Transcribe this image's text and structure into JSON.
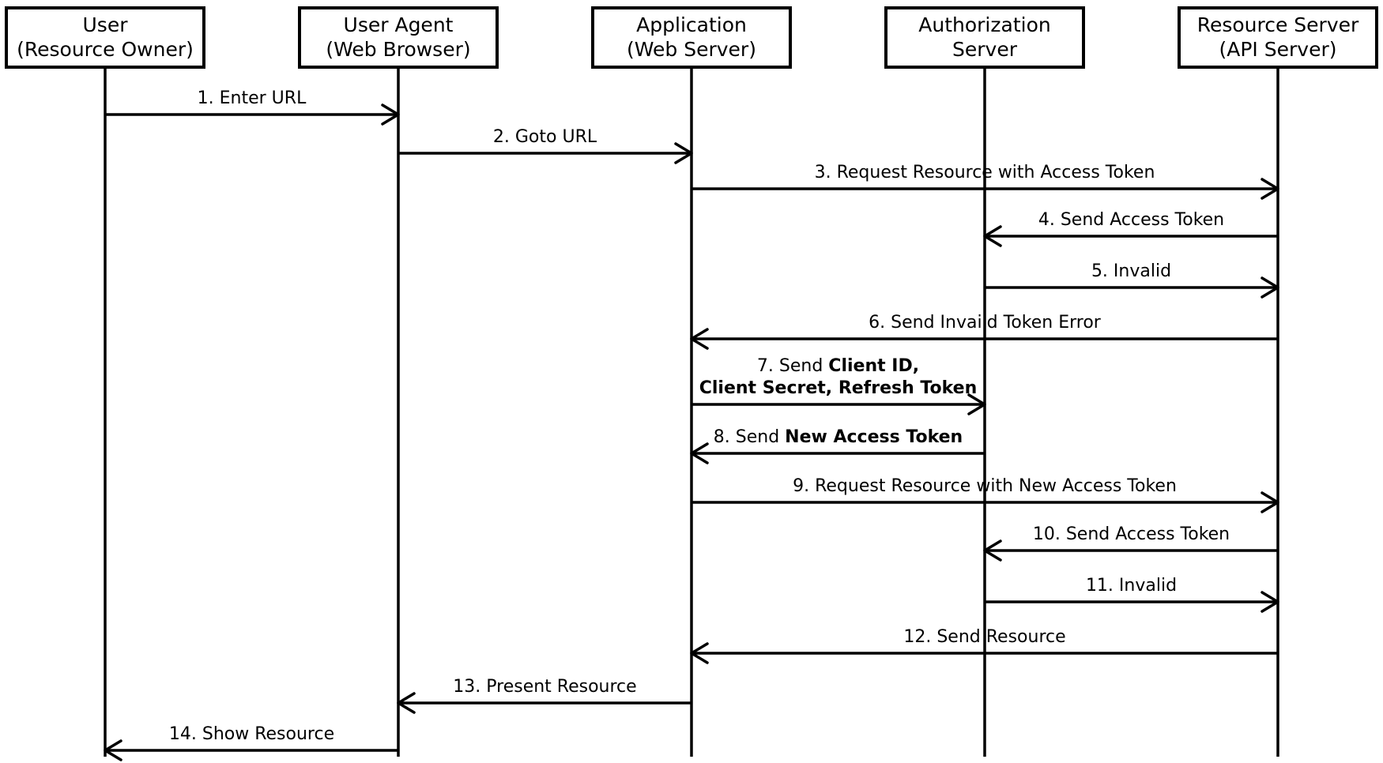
{
  "participants": [
    {
      "id": "user",
      "lines": [
        "User",
        "(Resource Owner)"
      ]
    },
    {
      "id": "user_agent",
      "lines": [
        "User Agent",
        "(Web Browser)"
      ]
    },
    {
      "id": "application",
      "lines": [
        "Application",
        "(Web Server)"
      ]
    },
    {
      "id": "auth_server",
      "lines": [
        "Authorization",
        "Server"
      ]
    },
    {
      "id": "resource_server",
      "lines": [
        "Resource Server",
        "(API Server)"
      ]
    }
  ],
  "messages": [
    {
      "from": "user",
      "to": "user_agent",
      "label_lines": [
        [
          {
            "text": "1. Enter URL"
          }
        ]
      ]
    },
    {
      "from": "user_agent",
      "to": "application",
      "label_lines": [
        [
          {
            "text": "2. Goto URL"
          }
        ]
      ]
    },
    {
      "from": "application",
      "to": "resource_server",
      "label_lines": [
        [
          {
            "text": "3. Request Resource with Access Token"
          }
        ]
      ]
    },
    {
      "from": "resource_server",
      "to": "auth_server",
      "label_lines": [
        [
          {
            "text": "4. Send Access Token"
          }
        ]
      ]
    },
    {
      "from": "auth_server",
      "to": "resource_server",
      "label_lines": [
        [
          {
            "text": "5. Invalid"
          }
        ]
      ]
    },
    {
      "from": "resource_server",
      "to": "application",
      "label_lines": [
        [
          {
            "text": "6. Send Invaild Token Error"
          }
        ]
      ]
    },
    {
      "from": "application",
      "to": "auth_server",
      "label_lines": [
        [
          {
            "text": "7. Send "
          },
          {
            "text": "Client ID,",
            "bold": true
          }
        ],
        [
          {
            "text": "Client Secret, Refresh Token",
            "bold": true
          }
        ]
      ]
    },
    {
      "from": "auth_server",
      "to": "application",
      "label_lines": [
        [
          {
            "text": "8. Send "
          },
          {
            "text": "New Access Token",
            "bold": true
          }
        ]
      ]
    },
    {
      "from": "application",
      "to": "resource_server",
      "label_lines": [
        [
          {
            "text": "9. Request Resource with New Access Token"
          }
        ]
      ]
    },
    {
      "from": "resource_server",
      "to": "auth_server",
      "label_lines": [
        [
          {
            "text": "10. Send Access Token"
          }
        ]
      ]
    },
    {
      "from": "auth_server",
      "to": "resource_server",
      "label_lines": [
        [
          {
            "text": "11. Invalid"
          }
        ]
      ]
    },
    {
      "from": "resource_server",
      "to": "application",
      "label_lines": [
        [
          {
            "text": "12. Send Resource"
          }
        ]
      ]
    },
    {
      "from": "application",
      "to": "user_agent",
      "label_lines": [
        [
          {
            "text": "13. Present Resource"
          }
        ]
      ]
    },
    {
      "from": "user_agent",
      "to": "user",
      "label_lines": [
        [
          {
            "text": "14. Show Resource"
          }
        ]
      ]
    }
  ]
}
